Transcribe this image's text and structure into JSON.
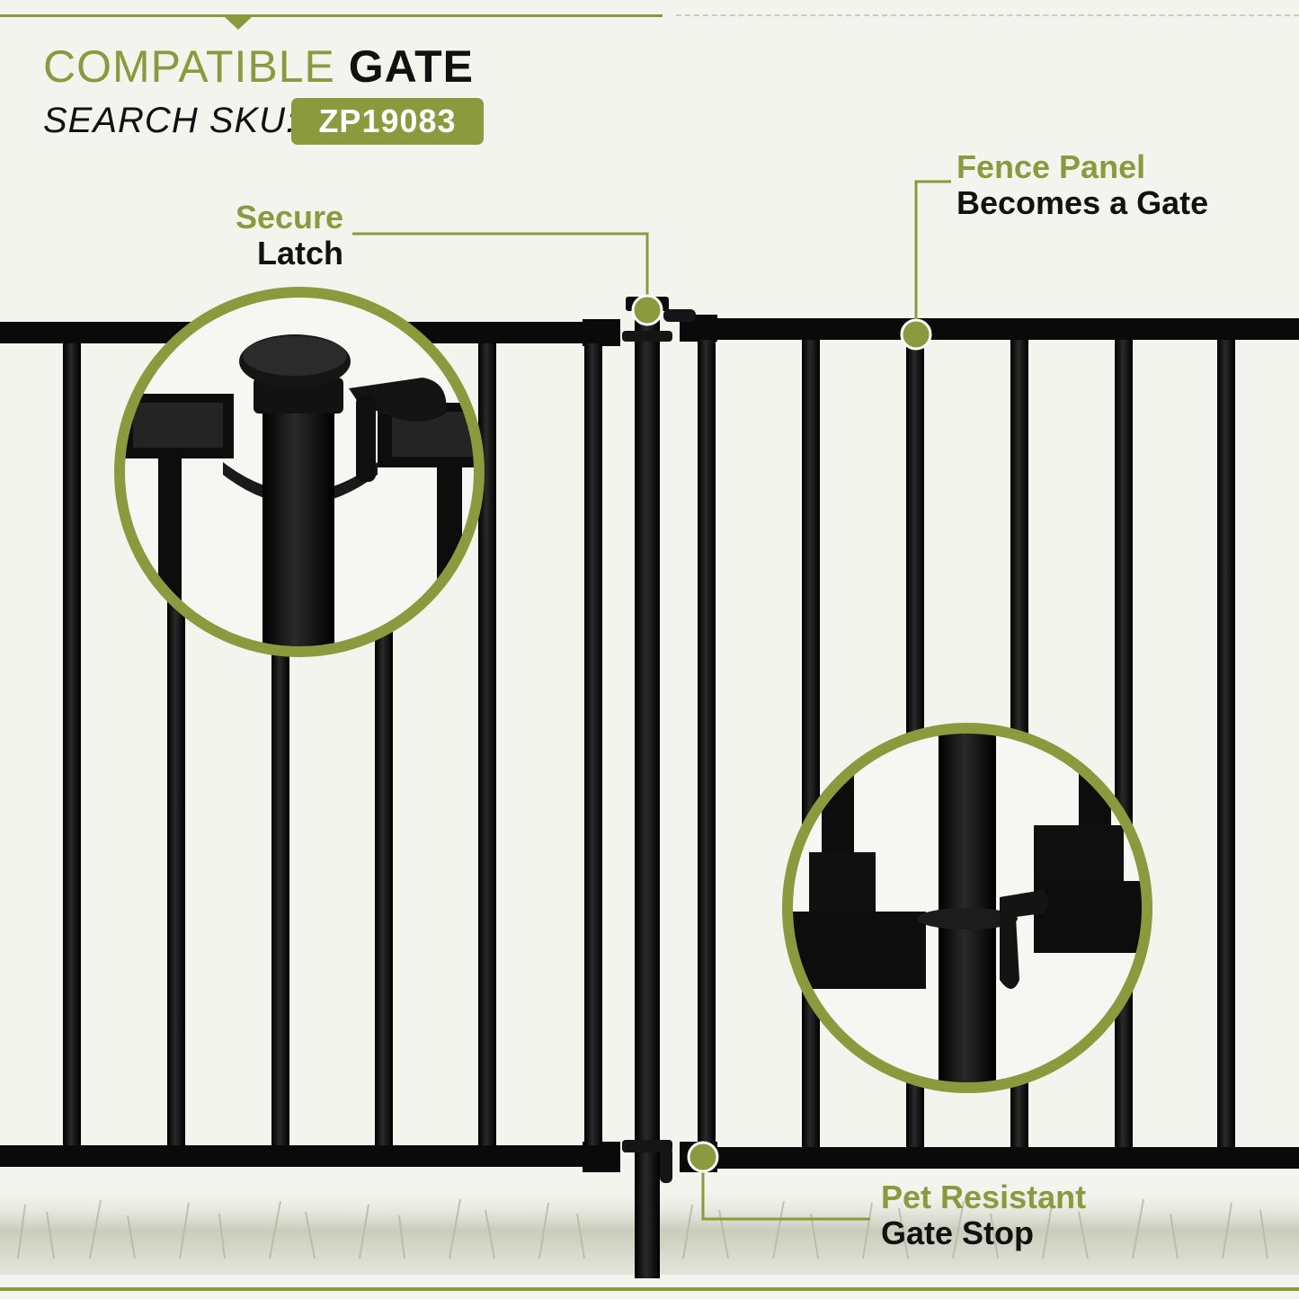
{
  "header": {
    "title_part1": "COMPATIBLE",
    "title_part2": "GATE",
    "sku_label": "SEARCH SKU:",
    "sku_value": "ZP19083"
  },
  "callouts": {
    "latch": {
      "line1": "Secure",
      "line2": "Latch"
    },
    "panel": {
      "line1": "Fence Panel",
      "line2": "Becomes a Gate"
    },
    "stop": {
      "line1": "Pet Resistant",
      "line2": "Gate Stop"
    }
  },
  "colors": {
    "accent": "#8a9a3c",
    "metal": "#111111",
    "background": "#f4f4ef"
  }
}
